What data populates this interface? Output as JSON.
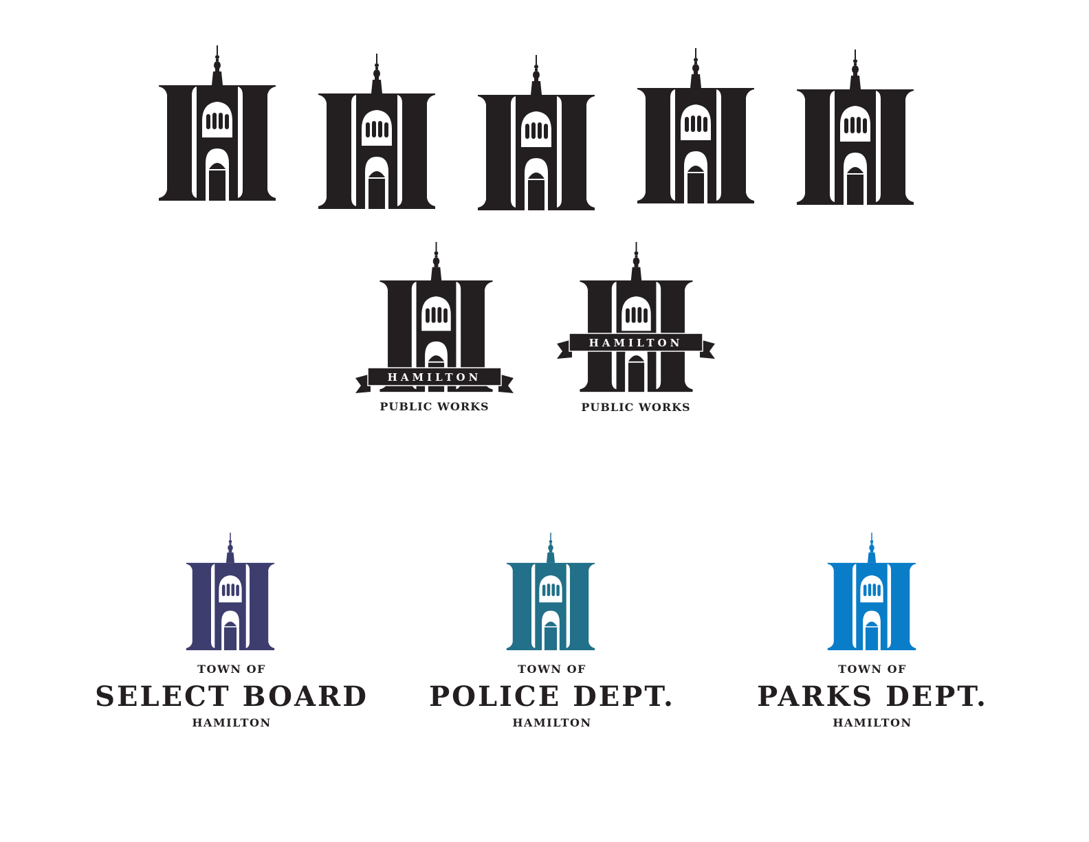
{
  "colors": {
    "black": "#231f20",
    "select_board": "#3d3d6e",
    "police": "#227089",
    "parks": "#0a7dc8",
    "background": "#ffffff"
  },
  "icon": "hamilton-town-hall-h-logo",
  "row1": {
    "count": 5,
    "variant": "black-monogram"
  },
  "row2": [
    {
      "ribbon": "HAMILTON",
      "subtitle": "PUBLIC WORKS"
    },
    {
      "ribbon": "HAMILTON",
      "subtitle": "PUBLIC WORKS"
    }
  ],
  "departments": [
    {
      "top": "TOWN OF",
      "name": "SELECT BOARD",
      "bottom": "HAMILTON",
      "color_key": "select_board"
    },
    {
      "top": "TOWN OF",
      "name": "POLICE DEPT.",
      "bottom": "HAMILTON",
      "color_key": "police"
    },
    {
      "top": "TOWN OF",
      "name": "PARKS DEPT.",
      "bottom": "HAMILTON",
      "color_key": "parks"
    }
  ]
}
